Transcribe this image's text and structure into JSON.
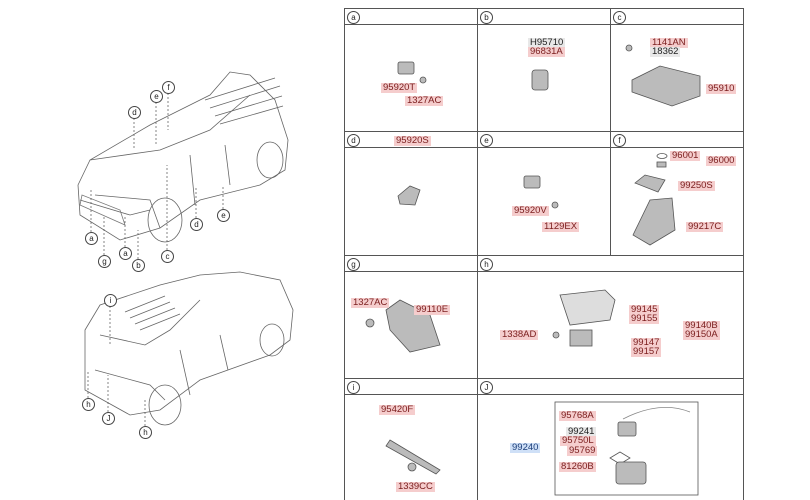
{
  "callouts": {
    "front": [
      "d",
      "e",
      "f",
      "a",
      "g",
      "a",
      "b",
      "c",
      "d",
      "e"
    ],
    "rear": [
      "i",
      "h",
      "J",
      "h"
    ]
  },
  "panels": {
    "a": {
      "letter": "a",
      "labels": [
        "95920T",
        "1327AC"
      ]
    },
    "b": {
      "letter": "b",
      "labels": [
        "H95710",
        "96831A"
      ]
    },
    "c": {
      "letter": "c",
      "labels": [
        "1141AN",
        "18362",
        "95910"
      ]
    },
    "d": {
      "letter": "d",
      "labels": [
        "95920S"
      ]
    },
    "e": {
      "letter": "e",
      "labels": [
        "95920V",
        "1129EX"
      ]
    },
    "f": {
      "letter": "f",
      "labels": [
        "96001",
        "96000",
        "99250S",
        "99217C"
      ]
    },
    "g": {
      "letter": "g",
      "labels": [
        "1327AC",
        "99110E"
      ]
    },
    "h": {
      "letter": "h",
      "labels": [
        "1338AD",
        "99145",
        "99155",
        "99140B",
        "99150A",
        "99147",
        "99157"
      ]
    },
    "i": {
      "letter": "i",
      "labels": [
        "95420F",
        "1339CC"
      ]
    },
    "j": {
      "letter": "J",
      "labels": [
        "95768A",
        "99241",
        "95750L",
        "95769",
        "99240",
        "81260B"
      ]
    }
  }
}
